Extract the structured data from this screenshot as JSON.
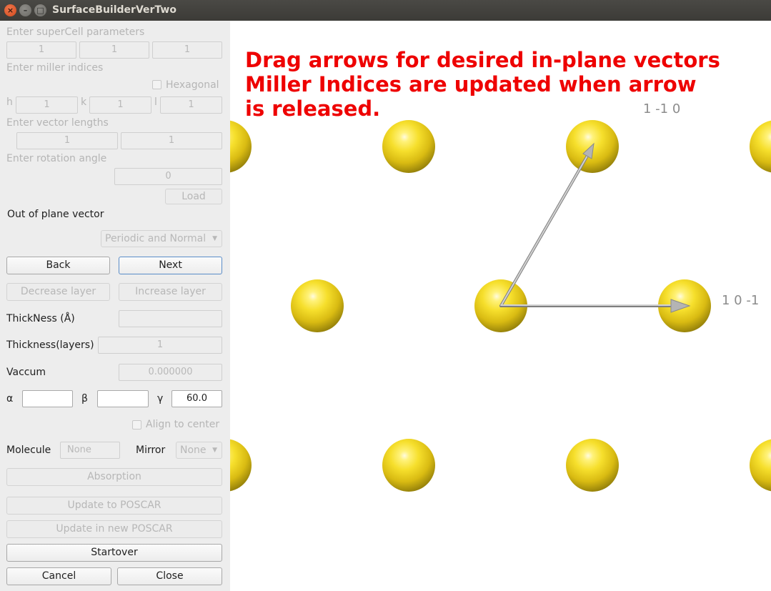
{
  "window": {
    "title": "SurfaceBuilderVerTwo"
  },
  "panel": {
    "supercell_label": "Enter superCell parameters",
    "supercell": [
      "1",
      "1",
      "1"
    ],
    "miller_label": "Enter miller indices",
    "hexagonal_label": "Hexagonal",
    "h_label": "h",
    "k_label": "k",
    "l_label": "l",
    "miller": [
      "1",
      "1",
      "1"
    ],
    "vector_label": "Enter vector lengths",
    "vectors": [
      "1",
      "1"
    ],
    "rotation_label": "Enter rotation angle",
    "rotation": "0",
    "load_label": "Load",
    "out_of_plane_label": "Out of plane vector",
    "out_of_plane_value": "Periodic and Normal",
    "back_label": "Back",
    "next_label": "Next",
    "decrease_label": "Decrease layer",
    "increase_label": "Increase layer",
    "thickness_a_label": "ThickNess (Å)",
    "thickness_a": "",
    "thickness_layers_label": "Thickness(layers)",
    "thickness_layers": "1",
    "vaccum_label": "Vaccum",
    "vaccum": "0.000000",
    "alpha_label": "α",
    "alpha": "",
    "beta_label": "β",
    "beta": "",
    "gamma_label": "γ",
    "gamma": "60.0",
    "align_label": "Align to center",
    "molecule_label": "Molecule",
    "molecule_value": "None",
    "mirror_label": "Mirror",
    "mirror_value": "None",
    "absorption_label": "Absorption",
    "update_poscar_label": "Update to POSCAR",
    "update_new_poscar_label": "Update in new POSCAR",
    "startover_label": "Startover",
    "cancel_label": "Cancel",
    "close_label": "Close"
  },
  "canvas": {
    "instruction_lines": [
      "Drag arrows for desired in-plane vectors",
      "Miller Indices are updated when arrow",
      "is released."
    ],
    "vector1_label": "1 -1 0",
    "vector2_label": "1 0 -1"
  },
  "colors": {
    "instruction": "#ee0000",
    "atom": "#f6df2c",
    "arrow": "#b8b8b8"
  }
}
